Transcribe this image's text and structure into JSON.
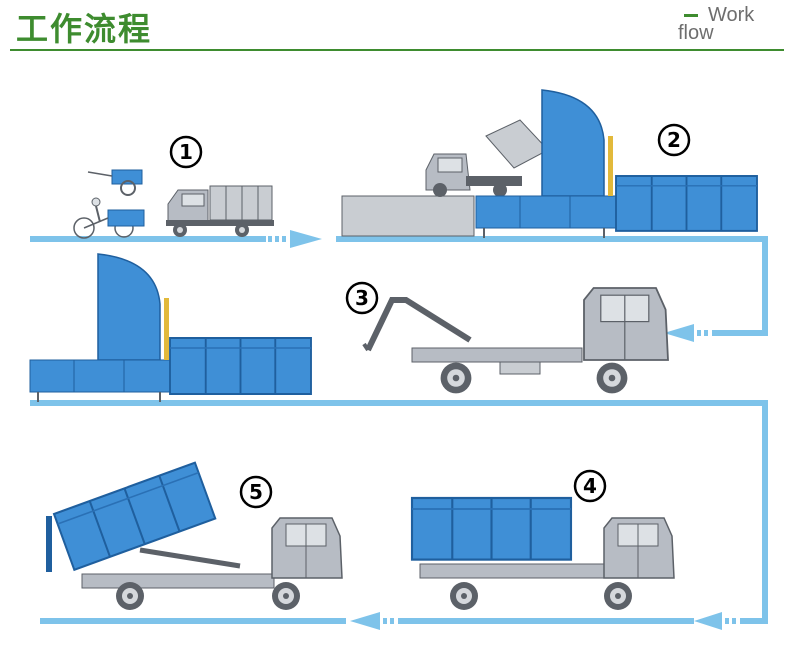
{
  "header": {
    "title": "工作流程",
    "subtitle_line1": "Work",
    "subtitle_line2": "flow"
  },
  "steps": [
    {
      "number": "1"
    },
    {
      "number": "2"
    },
    {
      "number": "3"
    },
    {
      "number": "4"
    },
    {
      "number": "5"
    }
  ],
  "colors": {
    "accent_green": "#3e8c2f",
    "flow_arrow": "#7ec3ea",
    "container_blue": "#3f8fd6",
    "truck_grey": "#b7bcc4"
  }
}
